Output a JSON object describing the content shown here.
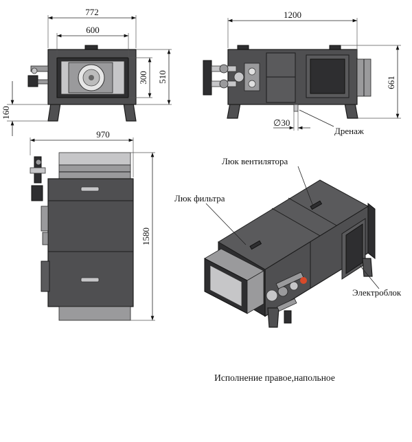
{
  "dimensions": {
    "front_overall_width": "772",
    "front_duct_width": "600",
    "front_duct_height": "300",
    "front_body_height": "510",
    "front_leg_height": "160",
    "side_overall_length": "1200",
    "side_overall_height": "661",
    "drain_diameter": "∅30",
    "top_width": "970",
    "top_length": "1580"
  },
  "labels": {
    "drain": "Дренаж",
    "fan_hatch": "Люк вентилятора",
    "filter_hatch": "Люк фильтра",
    "electrical_block": "Электроблок"
  },
  "caption": "Исполнение правое,напольное"
}
